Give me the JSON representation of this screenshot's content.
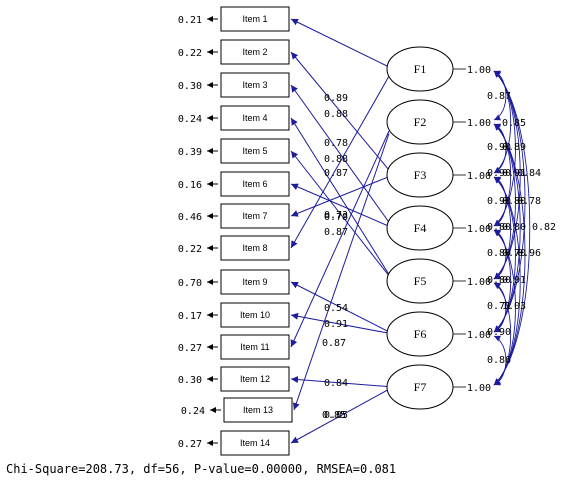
{
  "items": [
    {
      "label": "Item 1",
      "error": "0.21"
    },
    {
      "label": "Item 2",
      "error": "0.22"
    },
    {
      "label": "Item 3",
      "error": "0.30"
    },
    {
      "label": "Item 4",
      "error": "0.24"
    },
    {
      "label": "Item 5",
      "error": "0.39"
    },
    {
      "label": "Item 6",
      "error": "0.16"
    },
    {
      "label": "Item 7",
      "error": "0.46"
    },
    {
      "label": "Item 8",
      "error": "0.22"
    },
    {
      "label": "Item 9",
      "error": "0.70"
    },
    {
      "label": "Item 10",
      "error": "0.17"
    },
    {
      "label": "Item 11",
      "error": "0.27"
    },
    {
      "label": "Item 12",
      "error": "0.30"
    },
    {
      "label": "Item 13",
      "error": "0.24"
    },
    {
      "label": "Item 14",
      "error": "0.27"
    }
  ],
  "factors": [
    {
      "label": "F1",
      "variance": "1.00"
    },
    {
      "label": "F2",
      "variance": "1.00"
    },
    {
      "label": "F3",
      "variance": "1.00"
    },
    {
      "label": "F4",
      "variance": "1.00"
    },
    {
      "label": "F5",
      "variance": "1.00"
    },
    {
      "label": "F6",
      "variance": "1.00"
    },
    {
      "label": "F7",
      "variance": "1.00"
    }
  ],
  "loadings": [
    {
      "factor": 0,
      "item": 0,
      "value": "0.89"
    },
    {
      "factor": 0,
      "item": 7,
      "value": "0.88"
    },
    {
      "factor": 1,
      "item": 10,
      "value": "0.87"
    },
    {
      "factor": 1,
      "item": 12,
      "value": "0.85"
    },
    {
      "factor": 2,
      "item": 1,
      "value": "0.78"
    },
    {
      "factor": 2,
      "item": 6,
      "value": "0.73"
    },
    {
      "factor": 3,
      "item": 2,
      "value": "0.88"
    },
    {
      "factor": 3,
      "item": 5,
      "value": "0.87"
    },
    {
      "factor": 4,
      "item": 3,
      "value": "0.87"
    },
    {
      "factor": 4,
      "item": 4,
      "value": "0.78"
    },
    {
      "factor": 5,
      "item": 8,
      "value": "0.54"
    },
    {
      "factor": 5,
      "item": 9,
      "value": "0.91"
    },
    {
      "factor": 6,
      "item": 11,
      "value": "0.84"
    },
    {
      "factor": 6,
      "item": 13,
      "value": "0.85"
    }
  ],
  "factor_correlation_labels": [
    "0.87",
    "0.85",
    "0.90",
    "0.89",
    "0.90",
    "0.91",
    "0.84",
    "0.90",
    "0.80",
    "0.78",
    "0.80",
    "0.80",
    "0.82",
    "0.80",
    "0.70",
    "0.96",
    "0.80",
    "0.91",
    "0.71",
    "1.03",
    "0.90",
    "0.86"
  ],
  "fit_statistics": "Chi-Square=208.73, df=56, P-value=0.00000, RMSEA=0.081"
}
